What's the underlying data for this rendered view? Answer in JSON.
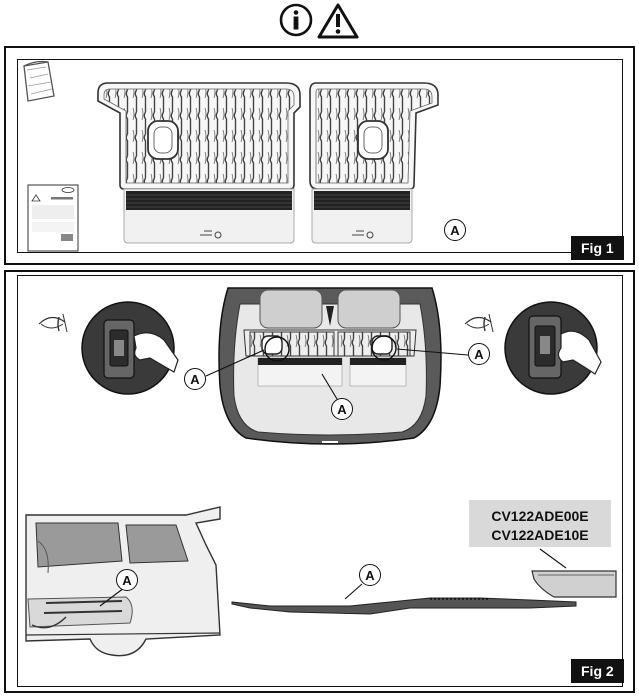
{
  "header": {
    "info_icon": "info-circle-icon",
    "warning_icon": "warning-triangle-icon"
  },
  "fig1": {
    "label": "Fig 1",
    "callout": "A"
  },
  "fig2": {
    "label": "Fig 2",
    "callouts": [
      "A",
      "A",
      "A",
      "A",
      "A"
    ],
    "part_numbers": [
      "CV122ADE00E",
      "CV122ADE10E"
    ]
  }
}
